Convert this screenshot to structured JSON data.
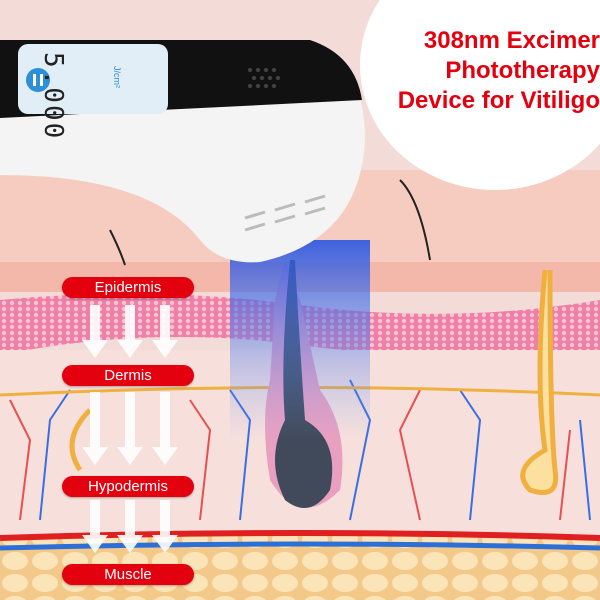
{
  "title": {
    "line1": "308nm  Excimer",
    "line2": "Phototherapy",
    "line3": "Device for Vitiligo"
  },
  "device_screen": {
    "value": "5.000",
    "unit": "J/cm²"
  },
  "layers": [
    "Epidermis",
    "Dermis",
    "Hypodermis",
    "Muscle"
  ],
  "colors": {
    "label_bg": "#e3000f",
    "title": "#e3000f",
    "light_beam": "#3a6fe0"
  }
}
